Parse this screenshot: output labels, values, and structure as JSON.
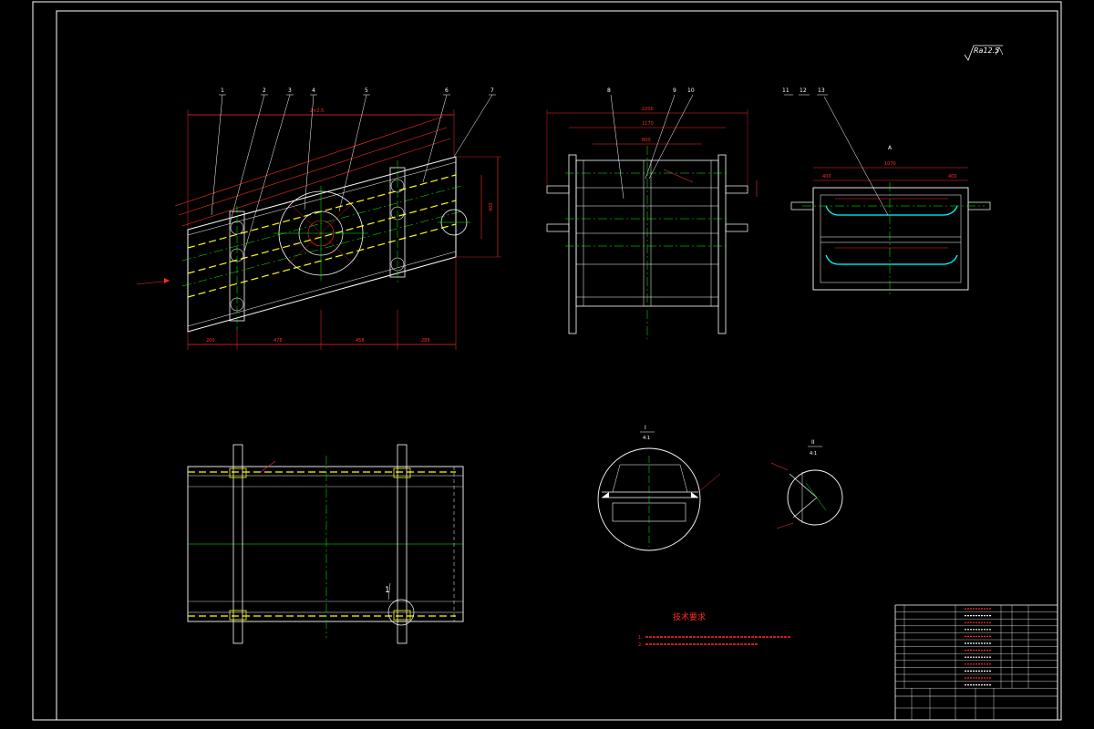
{
  "surface_finish": "Ra12.5",
  "balloons": {
    "front": [
      "1",
      "2",
      "3",
      "4",
      "5",
      "6",
      "7"
    ],
    "side": [
      "8",
      "9",
      "10"
    ],
    "right": [
      "11",
      "12",
      "13"
    ],
    "bottom": [
      "1"
    ]
  },
  "dimensions": {
    "front_bottom": [
      "200",
      "478",
      "458",
      "288"
    ],
    "front_right": [
      "400"
    ],
    "side_top": [
      "2200",
      "1170",
      "800"
    ],
    "right_top": [
      "1070",
      "400",
      "400"
    ]
  },
  "section_labels": {
    "detail_1": "I",
    "detail_1_scale": "4:1",
    "detail_2": "II",
    "detail_2_scale": "4:1"
  },
  "technical_requirements": {
    "title": "技术要求",
    "items": [
      "1.",
      "2."
    ]
  },
  "colors": {
    "background": "#000000",
    "border": "#ffffff",
    "dimension": "#ff2a2a",
    "centerline": "#00ff00",
    "hidden": "#ffff00",
    "detail": "#00ffff"
  }
}
